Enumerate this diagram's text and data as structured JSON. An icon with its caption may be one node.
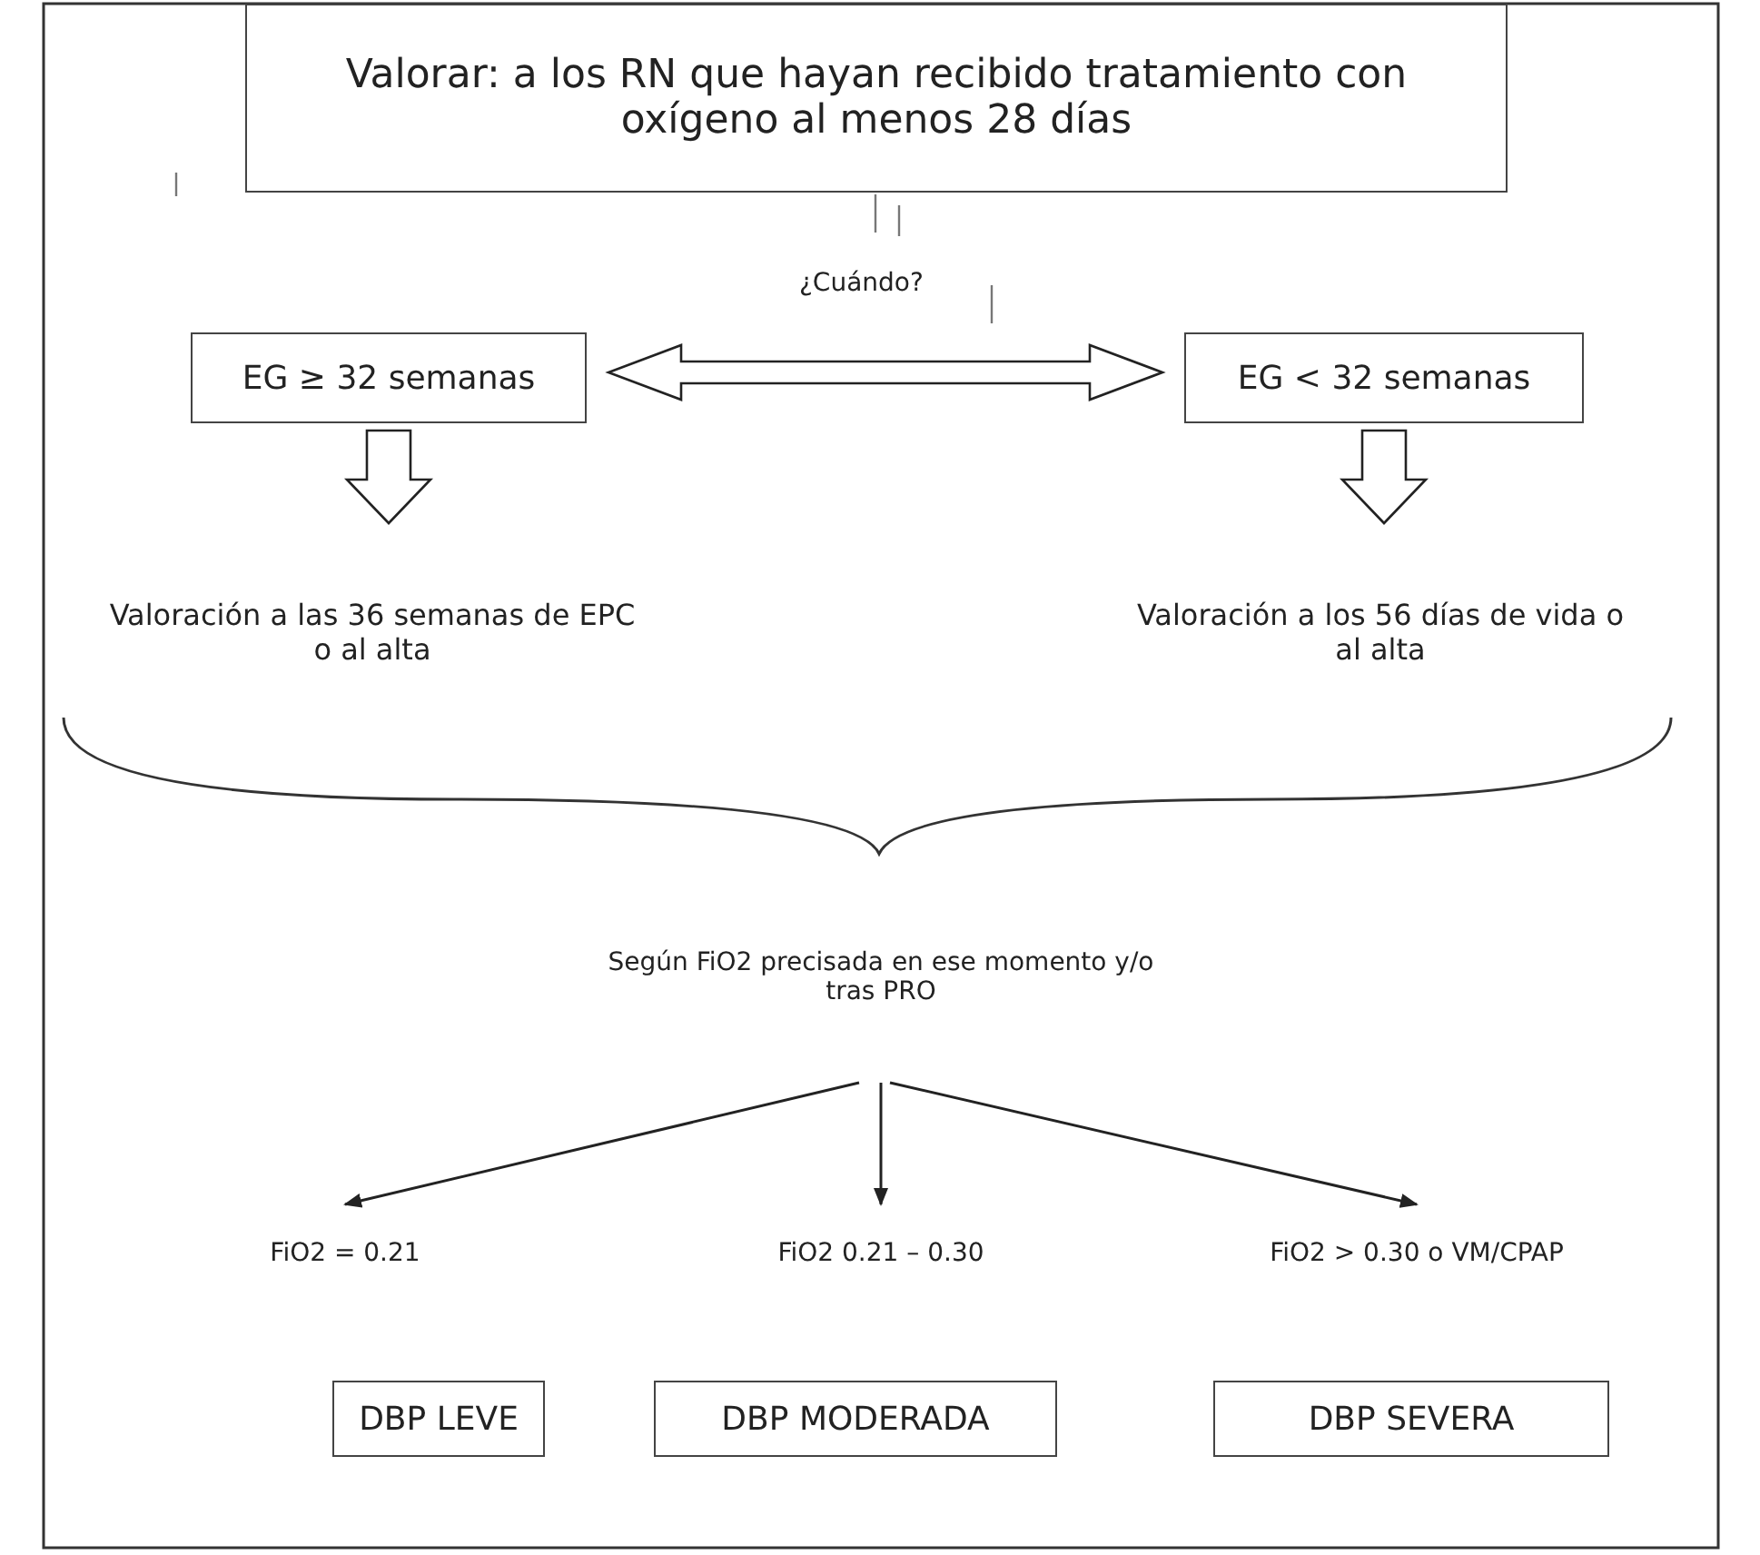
{
  "diagram": {
    "nodes": [
      {
        "text": [
          "Valorar: a los RN que hayan recibido tratamiento con oxígeno al menos 28 días"
        ]
      },
      {
        "text": [
          "EG ≥ 32 semanas"
        ]
      },
      {
        "text": [
          "EG < 32 semanas"
        ]
      },
      {
        "text": [
          "Valoración a las 36 semanas de EPC o al alta"
        ]
      },
      {
        "text": [
          "Valoración a los 56 días de vida o al alta"
        ]
      },
      {
        "text": [
          "Según FiO2 precisada en ese momento y/o tras PRO"
        ]
      },
      {
        "text": [
          "FiO2 = 0.21"
        ]
      },
      {
        "text": [
          "FiO2 0.21 – 0.30"
        ]
      },
      {
        "text": [
          "FiO2 > 0.30 o VM/CPAP"
        ]
      },
      {
        "text": [
          "DBP LEVE"
        ]
      },
      {
        "text": [
          "DBP MODERADA"
        ]
      },
      {
        "text": [
          "DBP SEVERA"
        ]
      }
    ],
    "edges": [
      {
        "from": 1,
        "to": 2,
        "arrow": "both",
        "style": "thick"
      },
      {
        "from": 1,
        "to": 3,
        "arrow": "to",
        "style": "thick"
      },
      {
        "from": 2,
        "to": 4,
        "arrow": "to",
        "style": "thick"
      },
      {
        "from": 5,
        "to": 6,
        "arrow": "to"
      },
      {
        "from": 5,
        "to": 7,
        "arrow": "to"
      },
      {
        "from": 5,
        "to": 8,
        "arrow": "to"
      }
    ],
    "labels": [
      "¿Cuándo?"
    ]
  }
}
